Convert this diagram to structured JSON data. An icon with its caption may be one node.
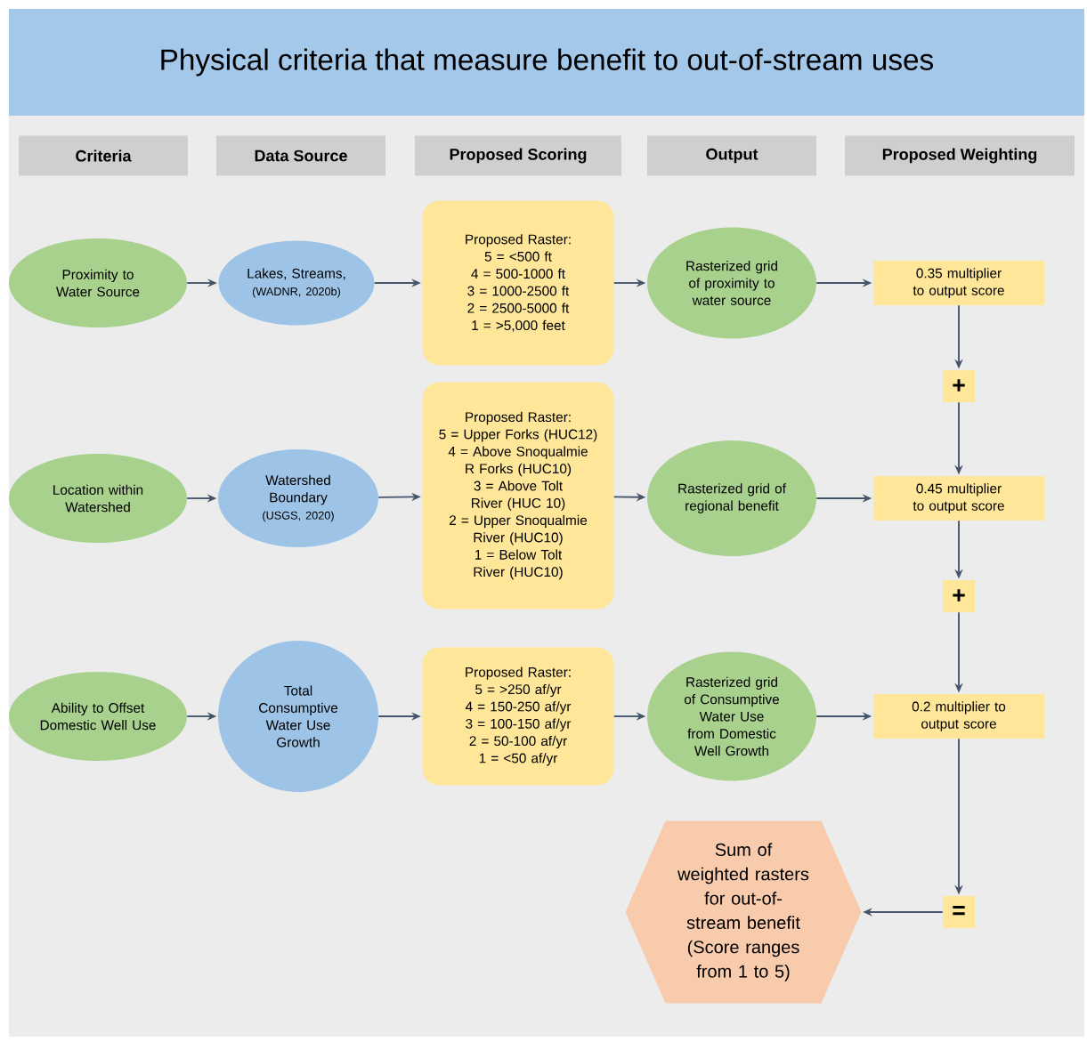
{
  "diagram": {
    "title": "Physical criteria that measure benefit to out-of-stream uses",
    "nodes": [
      {
        "text": [
          "Criteria"
        ]
      },
      {
        "text": [
          "Data Source"
        ]
      },
      {
        "text": [
          "Proposed Scoring"
        ]
      },
      {
        "text": [
          "Output"
        ]
      },
      {
        "text": [
          "Proposed Weighting"
        ]
      },
      {
        "text": [
          "Proximity to Water Source"
        ]
      },
      {
        "text": [
          "Lakes, Streams,",
          "(WADNR, 2020b)"
        ]
      },
      {
        "text": [
          "Proposed Raster:",
          "5 = <500 ft",
          "4 = 500-1000 ft",
          "3 = 1000-2500 ft",
          "2 = 2500-5000 ft",
          "1 = >5,000 feet"
        ]
      },
      {
        "text": [
          "Rasterized grid of proximity to water source"
        ]
      },
      {
        "text": [
          "0.35 multiplier to output score"
        ]
      },
      {
        "text": [
          "+"
        ]
      },
      {
        "text": [
          "Location within Watershed"
        ]
      },
      {
        "text": [
          "Watershed Boundary",
          "(USGS, 2020)"
        ]
      },
      {
        "text": [
          "Proposed Raster:",
          "5 = Upper Forks (HUC12)",
          "4 = Above Snoqualmie R Forks (HUC10)",
          "3 = Above Tolt River (HUC 10)",
          "2 = Upper Snoqualmie River (HUC10)",
          "1 = Below Tolt River (HUC10)"
        ]
      },
      {
        "text": [
          "Rasterized grid of regional benefit"
        ]
      },
      {
        "text": [
          "0.45 multiplier to output score"
        ]
      },
      {
        "text": [
          "+"
        ]
      },
      {
        "text": [
          "Ability to Offset Domestic Well Use"
        ]
      },
      {
        "text": [
          "Total Consumptive Water Use Growth"
        ]
      },
      {
        "text": [
          "Proposed Raster:",
          "5 = >250 af/yr",
          "4 = 150-250 af/yr",
          "3 = 100-150 af/yr",
          "2 = 50-100 af/yr",
          "1 = <50 af/yr"
        ]
      },
      {
        "text": [
          "Rasterized grid of Consumptive Water Use from Domestic Well Growth"
        ]
      },
      {
        "text": [
          "0.2 multiplier to output score"
        ]
      },
      {
        "text": [
          "Sum of weighted rasters for out-of-stream benefit (Score ranges from 1 to 5)"
        ]
      },
      {
        "text": [
          "="
        ]
      }
    ],
    "edges": [
      {
        "from": 5,
        "to": 6,
        "arrow": "to"
      },
      {
        "from": 6,
        "to": 7,
        "arrow": "to"
      },
      {
        "from": 7,
        "to": 8,
        "arrow": "to"
      },
      {
        "from": 8,
        "to": 9,
        "arrow": "to"
      },
      {
        "from": 9,
        "to": 10,
        "arrow": "to"
      },
      {
        "from": 10,
        "to": 15,
        "arrow": "to"
      },
      {
        "from": 11,
        "to": 12,
        "arrow": "to"
      },
      {
        "from": 12,
        "to": 13,
        "arrow": "to"
      },
      {
        "from": 13,
        "to": 14,
        "arrow": "to"
      },
      {
        "from": 14,
        "to": 15,
        "arrow": "to"
      },
      {
        "from": 15,
        "to": 16,
        "arrow": "to"
      },
      {
        "from": 16,
        "to": 21,
        "arrow": "to"
      },
      {
        "from": 17,
        "to": 18,
        "arrow": "to"
      },
      {
        "from": 18,
        "to": 19,
        "arrow": "to"
      },
      {
        "from": 19,
        "to": 20,
        "arrow": "to"
      },
      {
        "from": 20,
        "to": 21,
        "arrow": "to"
      },
      {
        "from": 21,
        "to": 23,
        "arrow": "to"
      },
      {
        "from": 23,
        "to": 22,
        "arrow": "to"
      }
    ]
  }
}
